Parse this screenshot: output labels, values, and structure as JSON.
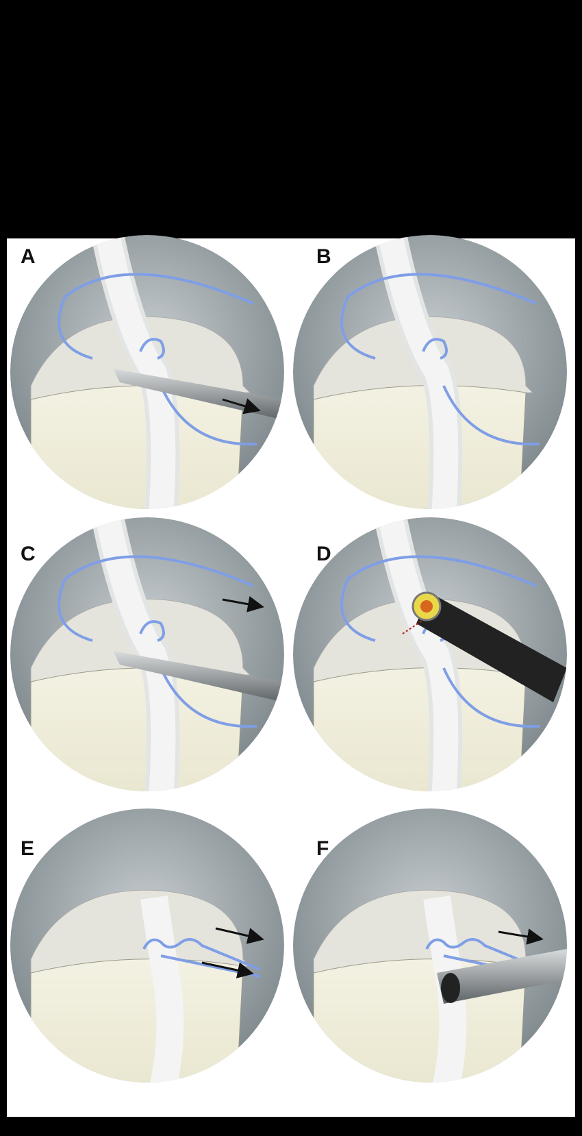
{
  "figure": {
    "panels": [
      {
        "label": "A"
      },
      {
        "label": "B"
      },
      {
        "label": "C"
      },
      {
        "label": "D"
      },
      {
        "label": "E"
      },
      {
        "label": "F"
      }
    ],
    "colors": {
      "suture": "#7f9ee6",
      "background": "#000000",
      "bone": "#e9e6cf",
      "tendon": "#f4f4f4",
      "field": "#9aa3a6"
    }
  }
}
